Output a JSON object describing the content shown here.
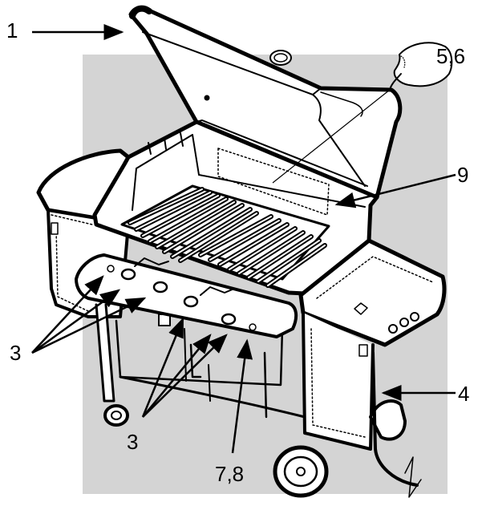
{
  "callouts": {
    "lid": "1",
    "burner_knobs_left": "3",
    "burner_knobs_bottom": "3",
    "power_cord": "4",
    "hand_check": "5,6",
    "ignition": "7,8",
    "cooking_box": "9"
  },
  "colors": {
    "backdrop": "#d4d4d4",
    "line": "#000000",
    "fill": "#ffffff"
  }
}
